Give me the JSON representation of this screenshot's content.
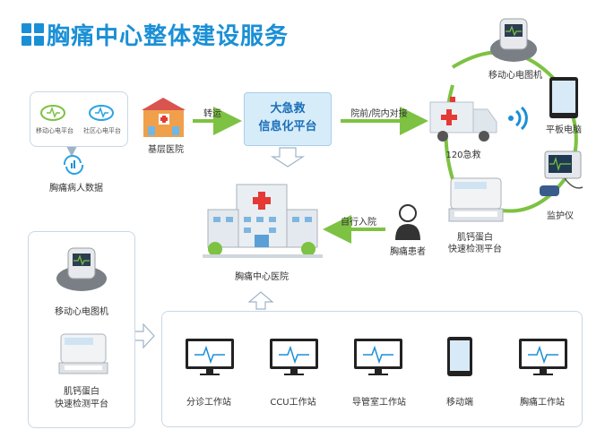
{
  "title": "胸痛中心整体建设服务",
  "cloud_box": {
    "item1": "移动心电平台",
    "item2": "社区心电平台",
    "data_label": "胸痛病人数据"
  },
  "grassroots_hospital": "基层医院",
  "transfer_label": "转运",
  "center_box": {
    "line1": "大急救",
    "line2": "信息化平台"
  },
  "handover_label": "院前/院内对接",
  "ambulance_label": "120急救",
  "ecg_top_label": "移动心电图机",
  "tablet_label": "平板电脑",
  "monitor_label": "监护仪",
  "analyzer_right_label": {
    "line1": "肌钙蛋白",
    "line2": "快速检测平台"
  },
  "patient_label": "胸痛患者",
  "self_admission_label": "自行入院",
  "chest_center_hospital": "胸痛中心医院",
  "left_panel": {
    "ecg_label": "移动心电图机",
    "analyzer_label": {
      "line1": "肌钙蛋白",
      "line2": "快速检测平台"
    }
  },
  "workstations": [
    {
      "label": "分诊工作站"
    },
    {
      "label": "CCU工作站"
    },
    {
      "label": "导管室工作站"
    },
    {
      "label": "移动端"
    },
    {
      "label": "胸痛工作站"
    }
  ],
  "colors": {
    "brand": "#1a8fd6",
    "arrow_green": "#7dc242",
    "panel_border": "#c9d7e6"
  }
}
